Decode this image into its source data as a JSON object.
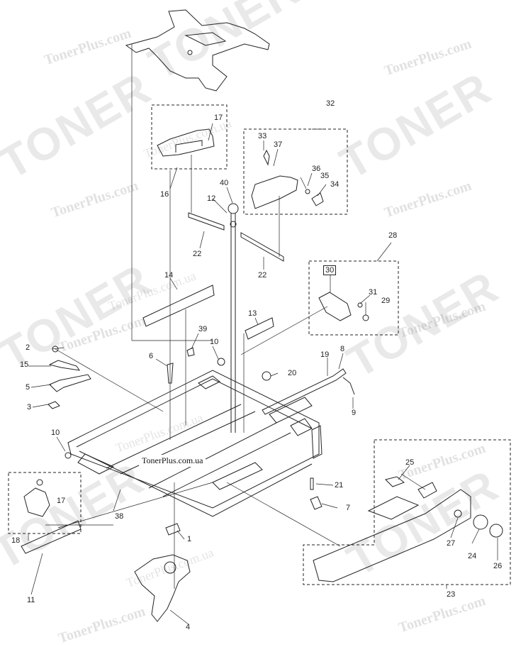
{
  "watermarks": {
    "brand_big": "TONER",
    "brand_small": "TonerPlus.com",
    "brand_ua": "TonerPlus.com.ua"
  },
  "banner": {
    "text": "TonerPlus.com.ua"
  },
  "callouts": {
    "c1": "1",
    "c2": "2",
    "c3": "3",
    "c4": "4",
    "c5": "5",
    "c6": "6",
    "c7": "7",
    "c8": "8",
    "c9": "9",
    "c10a": "10",
    "c10b": "10",
    "c11": "11",
    "c12": "12",
    "c13": "13",
    "c14": "14",
    "c15": "15",
    "c16": "16",
    "c17a": "17",
    "c17b": "17",
    "c18": "18",
    "c19": "19",
    "c20": "20",
    "c21": "21",
    "c22a": "22",
    "c22b": "22",
    "c23": "23",
    "c24": "24",
    "c25": "25",
    "c26": "26",
    "c27": "27",
    "c28": "28",
    "c29": "29",
    "c30": "30",
    "c31": "31",
    "c32": "32",
    "c33": "33",
    "c34": "34",
    "c35": "35",
    "c36": "36",
    "c37": "37",
    "c38": "38",
    "c39": "39",
    "c40": "40"
  },
  "colors": {
    "line": "#222222",
    "watermark": "#888888",
    "accent_watermark": "#8ab4d8"
  }
}
